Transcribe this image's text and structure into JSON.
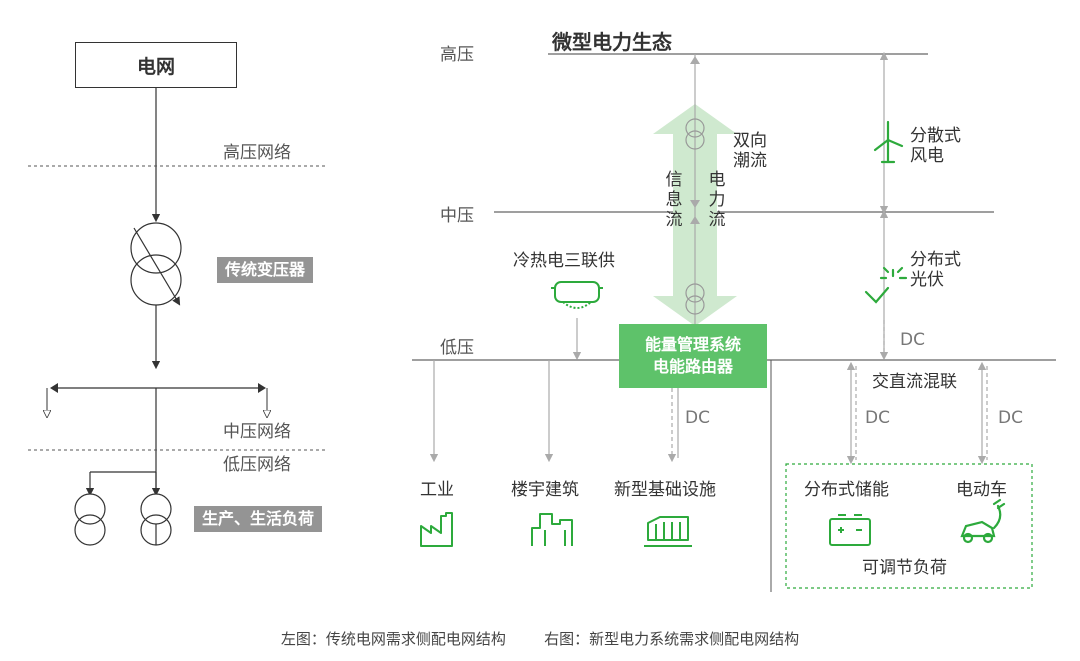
{
  "left": {
    "grid_box": "电网",
    "high_voltage_network": "高压网络",
    "transformer_label": "传统变压器",
    "mid_voltage_network": "中压网络",
    "low_voltage_network": "低压网络",
    "load_label": "生产、生活负荷"
  },
  "right": {
    "title": "微型电力生态",
    "levels": {
      "high": "高压",
      "mid": "中压",
      "low": "低压"
    },
    "bidirectional_flow": "双向潮流",
    "info_flow": "信息流",
    "power_flow": "电力流",
    "distributed_wind": "分散式风电",
    "distributed_pv": "分布式光伏",
    "cchp": "冷热电三联供",
    "ems_line1": "能量管理系统",
    "ems_line2": "电能路由器",
    "dc": "DC",
    "ac_dc_hybrid": "交直流混联",
    "industry": "工业",
    "building": "楼宇建筑",
    "infrastructure": "新型基础设施",
    "distributed_storage": "分布式储能",
    "ev": "电动车",
    "adjustable_load": "可调节负荷"
  },
  "caption": {
    "left": "左图：传统电网需求侧配电网结构",
    "right": "右图：新型电力系统需求侧配电网结构"
  },
  "colors": {
    "accent_green": "#2daa3c",
    "ems_green": "#5ec26a",
    "arrow_green": "#cfe9cf",
    "badge_gray": "#949494",
    "line_gray": "#aaaaaa"
  }
}
